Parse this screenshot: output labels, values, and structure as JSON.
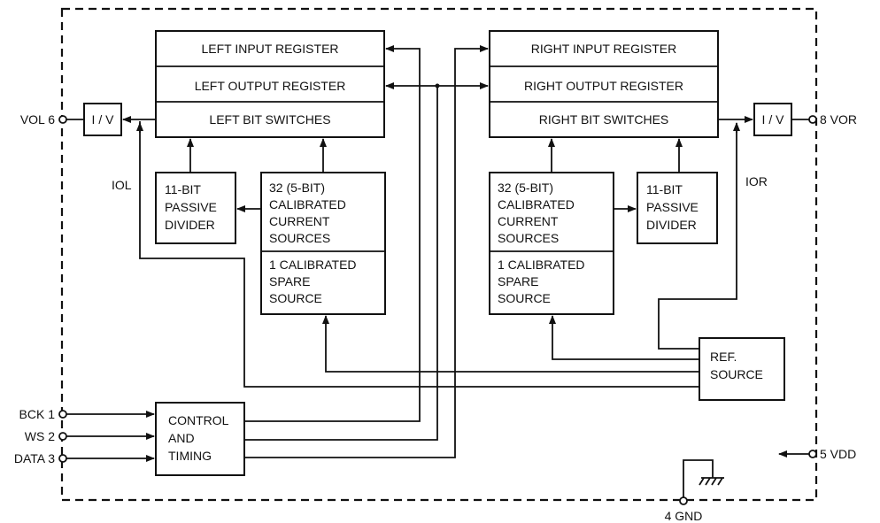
{
  "blocks": {
    "left_input_register": "LEFT INPUT REGISTER",
    "left_output_register": "LEFT OUTPUT  REGISTER",
    "left_bit_switches": "LEFT BIT SWITCHES",
    "right_input_register": "RIGHT INPUT REGISTER",
    "right_output_register": "RIGHT OUTPUT  REGISTER",
    "right_bit_switches": "RIGHT BIT SWITCHES",
    "left_divider": [
      "11-BIT",
      "PASSIVE",
      "DIVIDER"
    ],
    "right_divider": [
      "11-BIT",
      "PASSIVE",
      "DIVIDER"
    ],
    "left_current_sources": [
      "32 (5-BIT)",
      "CALIBRATED",
      "CURRENT",
      "SOURCES"
    ],
    "right_current_sources": [
      "32 (5-BIT)",
      "CALIBRATED",
      "CURRENT",
      "SOURCES"
    ],
    "left_spare_source": [
      "1 CALIBRATED",
      "SPARE",
      "SOURCE"
    ],
    "right_spare_source": [
      "1 CALIBRATED",
      "SPARE",
      "SOURCE"
    ],
    "control_timing": [
      "CONTROL",
      "AND",
      "TIMING"
    ],
    "ref_source": [
      "REF.",
      "SOURCE"
    ],
    "iv_left": "I / V",
    "iv_right": "I / V"
  },
  "signals": {
    "iol": "IOL",
    "ior": "IOR"
  },
  "pins": {
    "vol": "VOL  6",
    "vor": "8  VOR",
    "bck": "BCK  1",
    "ws": "WS  2",
    "data": "DATA  3",
    "vdd": "5  VDD",
    "gnd": "4  GND"
  }
}
